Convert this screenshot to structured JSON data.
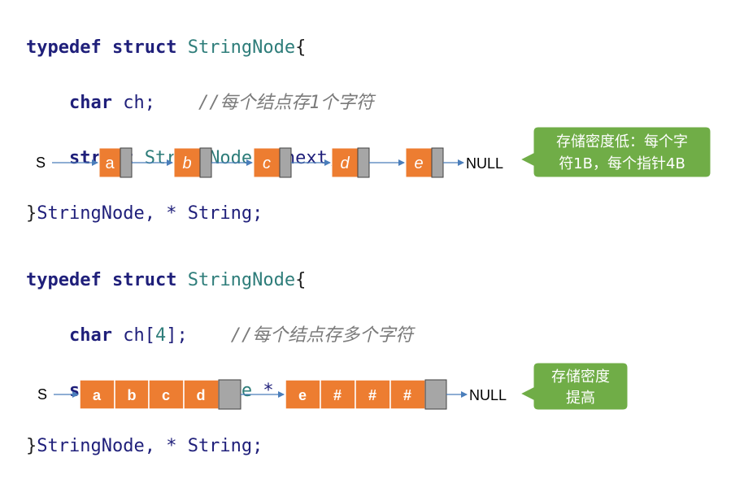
{
  "code_block_1": {
    "line1": {
      "kw1": "typedef",
      "kw2": "struct",
      "type": "StringNode",
      "brace": "{"
    },
    "line2": {
      "kw": "char",
      "field": "ch;",
      "comment": "//每个结点存1个字符"
    },
    "line3": {
      "kw": "struct",
      "type": "StringNode",
      "rest": "* next;"
    },
    "line4": {
      "brace": "}",
      "type": "StringNode,",
      "rest": "* String;"
    }
  },
  "diagram_1": {
    "start_label": "S",
    "nodes": [
      "a",
      "b",
      "c",
      "d",
      "e"
    ],
    "end_label": "NULL",
    "callout_line1": "存储密度低：每个字",
    "callout_line2": "符1B，每个指针4B"
  },
  "code_block_2": {
    "line1": {
      "kw1": "typedef",
      "kw2": "struct",
      "type": "StringNode",
      "brace": "{"
    },
    "line2": {
      "kw": "char",
      "field": "ch[",
      "num": "4",
      "field_end": "];",
      "comment": "//每个结点存多个字符"
    },
    "line3": {
      "kw": "struct",
      "type": "StringNode",
      "rest": "* next;"
    },
    "line4": {
      "brace": "}",
      "type": "StringNode,",
      "rest": "* String;"
    }
  },
  "diagram_2": {
    "start_label": "S",
    "node1": [
      "a",
      "b",
      "c",
      "d"
    ],
    "node2": [
      "e",
      "#",
      "#",
      "#"
    ],
    "end_label": "NULL",
    "callout_line1": "存储密度",
    "callout_line2": "提高"
  },
  "colors": {
    "cell": "#ed7d31",
    "pointer": "#a6a6a6",
    "arrow": "#4a7ebb",
    "callout": "#70ad47"
  }
}
